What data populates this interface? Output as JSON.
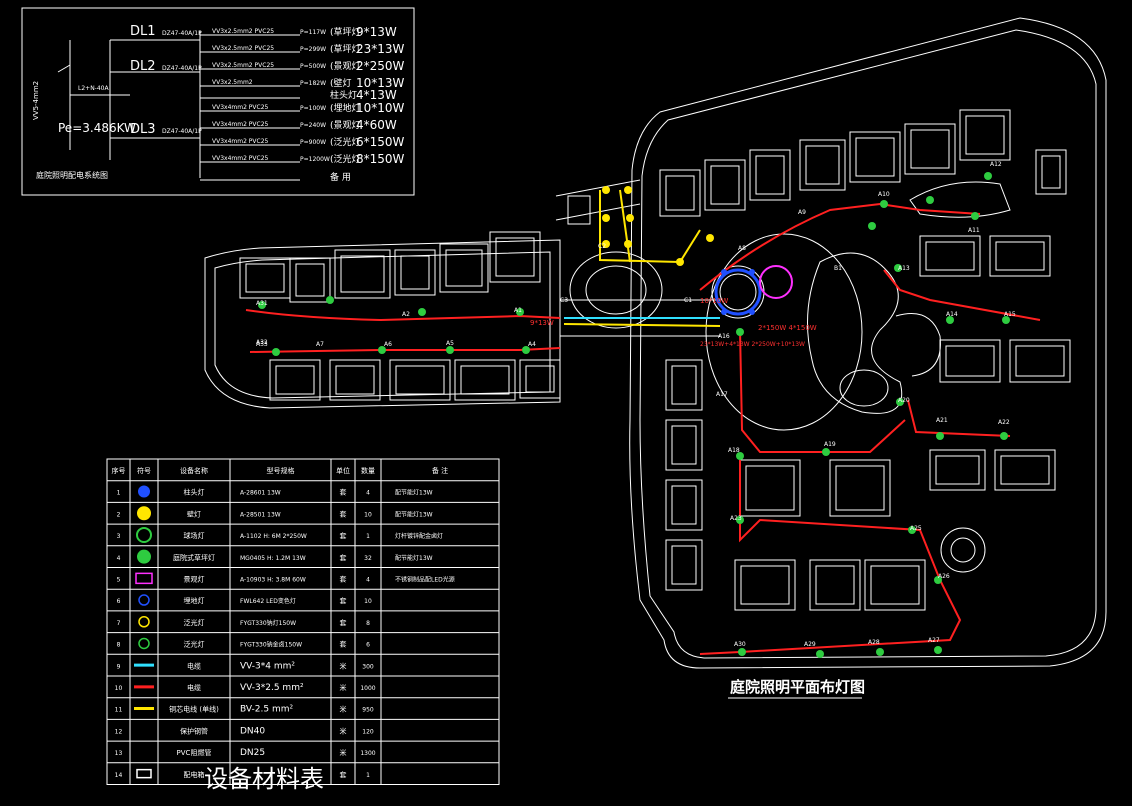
{
  "colors": {
    "bg": "#000000",
    "line": "#ffffff",
    "red": "#ff2020",
    "green": "#2ecc40",
    "yellow": "#ffe600",
    "cyan": "#30e0ff",
    "blue": "#2050ff",
    "magenta": "#ff30ff"
  },
  "schematic": {
    "supply_label": "Pe=3.486KW",
    "feeder_label": "L2+N-40A",
    "side_label": "VV5-4mm2",
    "caption": "庭院照明配电系统图",
    "circuits": [
      {
        "id": "DL1",
        "breaker": "DZ47-40A/1P",
        "cable": "VV3x2.5mm2 PVC25",
        "power": "P=117W",
        "lamp": "(草坪灯",
        "qty": "9*13W"
      },
      {
        "id": "DL2",
        "breaker": "DZ47-40A/1P",
        "cable": "VV3x2.5mm2 PVC25",
        "power": "P=299W",
        "lamp": "(草坪灯",
        "qty": "23*13W"
      },
      {
        "id": "",
        "breaker": "",
        "cable": "VV3x2.5mm2 PVC25",
        "power": "P=500W",
        "lamp": "(景观灯",
        "qty": "2*250W"
      },
      {
        "id": "",
        "breaker": "",
        "cable": "VV3x2.5mm2",
        "power": "P=182W",
        "lamp": "(壁灯",
        "qty": "10*13W"
      },
      {
        "id": "",
        "breaker": "",
        "cable": "",
        "power": "",
        "lamp": "柱头灯",
        "qty": "4*13W"
      },
      {
        "id": "DL3",
        "breaker": "DZ47-40A/1P",
        "cable": "VV3x4mm2 PVC25",
        "power": "P=100W",
        "lamp": "(埋地灯",
        "qty": "10*10W"
      },
      {
        "id": "",
        "breaker": "",
        "cable": "VV3x4mm2 PVC25",
        "power": "P=240W",
        "lamp": "(景观灯",
        "qty": "4*60W"
      },
      {
        "id": "",
        "breaker": "",
        "cable": "VV3x4mm2 PVC25",
        "power": "P=900W",
        "lamp": "(泛光灯",
        "qty": "6*150W"
      },
      {
        "id": "",
        "breaker": "",
        "cable": "VV3x4mm2 PVC25",
        "power": "P=1200W",
        "lamp": "(泛光灯",
        "qty": "8*150W"
      },
      {
        "id": "",
        "breaker": "",
        "cable": "",
        "power": "",
        "lamp": "备 用",
        "qty": ""
      }
    ]
  },
  "table": {
    "headers": [
      "序号",
      "符号",
      "设备名称",
      "型号规格",
      "单位",
      "数量",
      "备 注"
    ],
    "rows": [
      {
        "no": "1",
        "name": "柱头灯",
        "model": "A-28601 13W",
        "unit": "套",
        "qty": "4",
        "note": "配节能灯13W",
        "symbol": "blue-person"
      },
      {
        "no": "2",
        "name": "壁灯",
        "model": "A-28501 13W",
        "unit": "套",
        "qty": "10",
        "note": "配节能灯13W",
        "symbol": "yellow-triangle"
      },
      {
        "no": "3",
        "name": "球场灯",
        "model": "A-1102 H: 6M 2*250W",
        "unit": "套",
        "qty": "1",
        "note": "灯杆镀锌配金卤灯",
        "symbol": "green-circle"
      },
      {
        "no": "4",
        "name": "庭院式草坪灯",
        "model": "MG0405 H: 1.2M 13W",
        "unit": "套",
        "qty": "32",
        "note": "配节能灯13W",
        "symbol": "green-dot"
      },
      {
        "no": "5",
        "name": "景观灯",
        "model": "A-10903 H: 3.8M 60W",
        "unit": "套",
        "qty": "4",
        "note": "不锈钢制品配LED光源",
        "symbol": "magenta-box"
      },
      {
        "no": "6",
        "name": "埋地灯",
        "model": "FWL642 LED变色灯",
        "unit": "套",
        "qty": "10",
        "note": "",
        "symbol": "blue-ground"
      },
      {
        "no": "7",
        "name": "泛光灯",
        "model": "FYGT330钠灯150W",
        "unit": "套",
        "qty": "8",
        "note": "",
        "symbol": "yellow-flood"
      },
      {
        "no": "8",
        "name": "泛光灯",
        "model": "FYGT330钠金卤150W",
        "unit": "套",
        "qty": "6",
        "note": "",
        "symbol": "green-flood"
      },
      {
        "no": "9",
        "name": "电缆",
        "model": "VV-3*4 mm²",
        "unit": "米",
        "qty": "300",
        "note": "",
        "symbol": "cyan-line"
      },
      {
        "no": "10",
        "name": "电缆",
        "model": "VV-3*2.5 mm²",
        "unit": "米",
        "qty": "1000",
        "note": "",
        "symbol": "red-line"
      },
      {
        "no": "11",
        "name": "铜芯电线 (单线)",
        "model": "BV-2.5 mm²",
        "unit": "米",
        "qty": "950",
        "note": "",
        "symbol": "yellow-line"
      },
      {
        "no": "12",
        "name": "保护钢管",
        "model": "DN40",
        "unit": "米",
        "qty": "120",
        "note": "",
        "symbol": "none"
      },
      {
        "no": "13",
        "name": "PVC阻燃管",
        "model": "DN25",
        "unit": "米",
        "qty": "1300",
        "note": "",
        "symbol": "none"
      },
      {
        "no": "14",
        "name": "配电箱",
        "model": "",
        "unit": "套",
        "qty": "1",
        "note": "",
        "symbol": "box"
      }
    ],
    "caption": "设备材料表"
  },
  "plan": {
    "title": "庭院照明平面布灯图",
    "point_labels": [
      "A1",
      "A2",
      "A4",
      "A5",
      "A6",
      "A7",
      "A8",
      "A9",
      "A10",
      "A11",
      "A12",
      "A13",
      "A14",
      "A15",
      "A16",
      "A17",
      "A18",
      "A19",
      "A20",
      "A21",
      "A22",
      "A23",
      "A25",
      "A26",
      "A27",
      "A28",
      "A29",
      "A30",
      "A31",
      "A32",
      "A33",
      "B1",
      "C1",
      "C2",
      "C3"
    ],
    "notes": [
      "9*13W",
      "10*10W",
      "2*150W 4*150W",
      "23*13W+4*13W 2*250W+10*13W"
    ]
  }
}
